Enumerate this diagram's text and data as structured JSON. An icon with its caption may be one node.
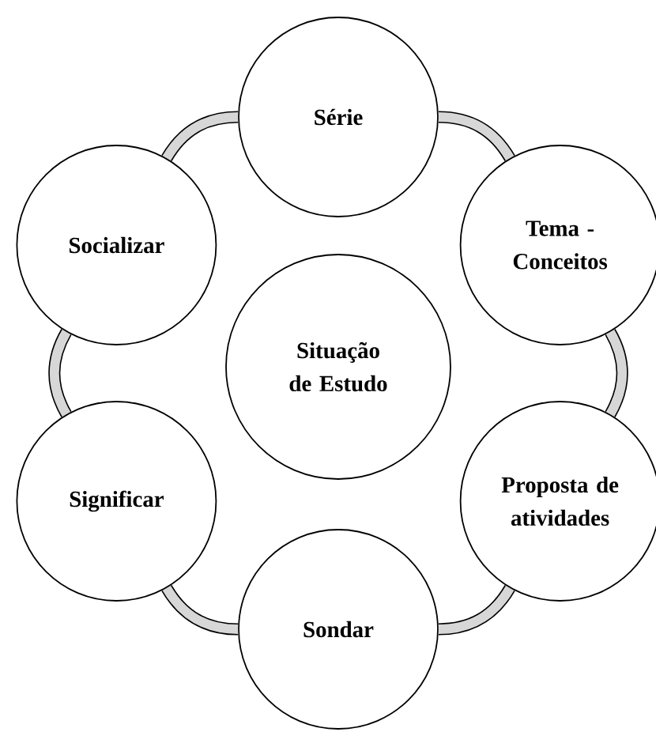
{
  "diagram": {
    "nodes": [
      {
        "text": [
          "Série"
        ]
      },
      {
        "text": [
          "Socializar"
        ]
      },
      {
        "text": [
          "Tema - Conceitos"
        ]
      },
      {
        "text": [
          "Situação de Estudo"
        ]
      },
      {
        "text": [
          "Significar"
        ]
      },
      {
        "text": [
          "Proposta de atividades"
        ]
      },
      {
        "text": [
          "Sondar"
        ]
      }
    ],
    "edges": [
      {
        "from": 0,
        "to": 2,
        "arrow": "none"
      },
      {
        "from": 2,
        "to": 5,
        "arrow": "none"
      },
      {
        "from": 5,
        "to": 6,
        "arrow": "none"
      },
      {
        "from": 6,
        "to": 4,
        "arrow": "none"
      },
      {
        "from": 4,
        "to": 1,
        "arrow": "none"
      },
      {
        "from": 1,
        "to": 0,
        "arrow": "none"
      }
    ]
  }
}
